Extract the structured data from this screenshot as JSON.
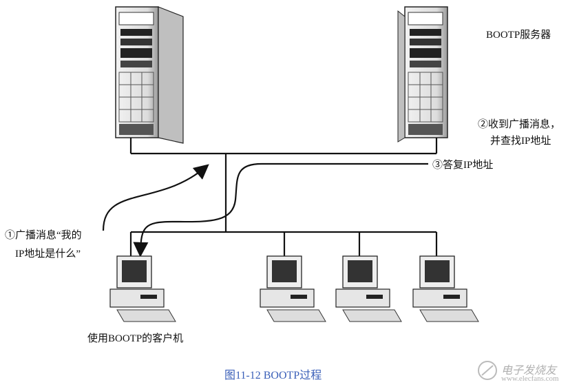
{
  "labels": {
    "server_label": "BOOTP服务器",
    "step2_line1": "②收到广播消息，",
    "step2_line2": "并查找IP地址",
    "step3": "③答复IP地址",
    "step1_line1": "①广播消息“我的",
    "step1_line2": "IP地址是什么”",
    "client_label": "使用BOOTP的客户机"
  },
  "caption": "图11-12   BOOTP过程",
  "watermark": {
    "brand": "电子发烧友",
    "url": "www.elecfans.com"
  },
  "colors": {
    "caption": "#3a5fb8",
    "line": "#111111",
    "tower": "#d9d9d9"
  }
}
